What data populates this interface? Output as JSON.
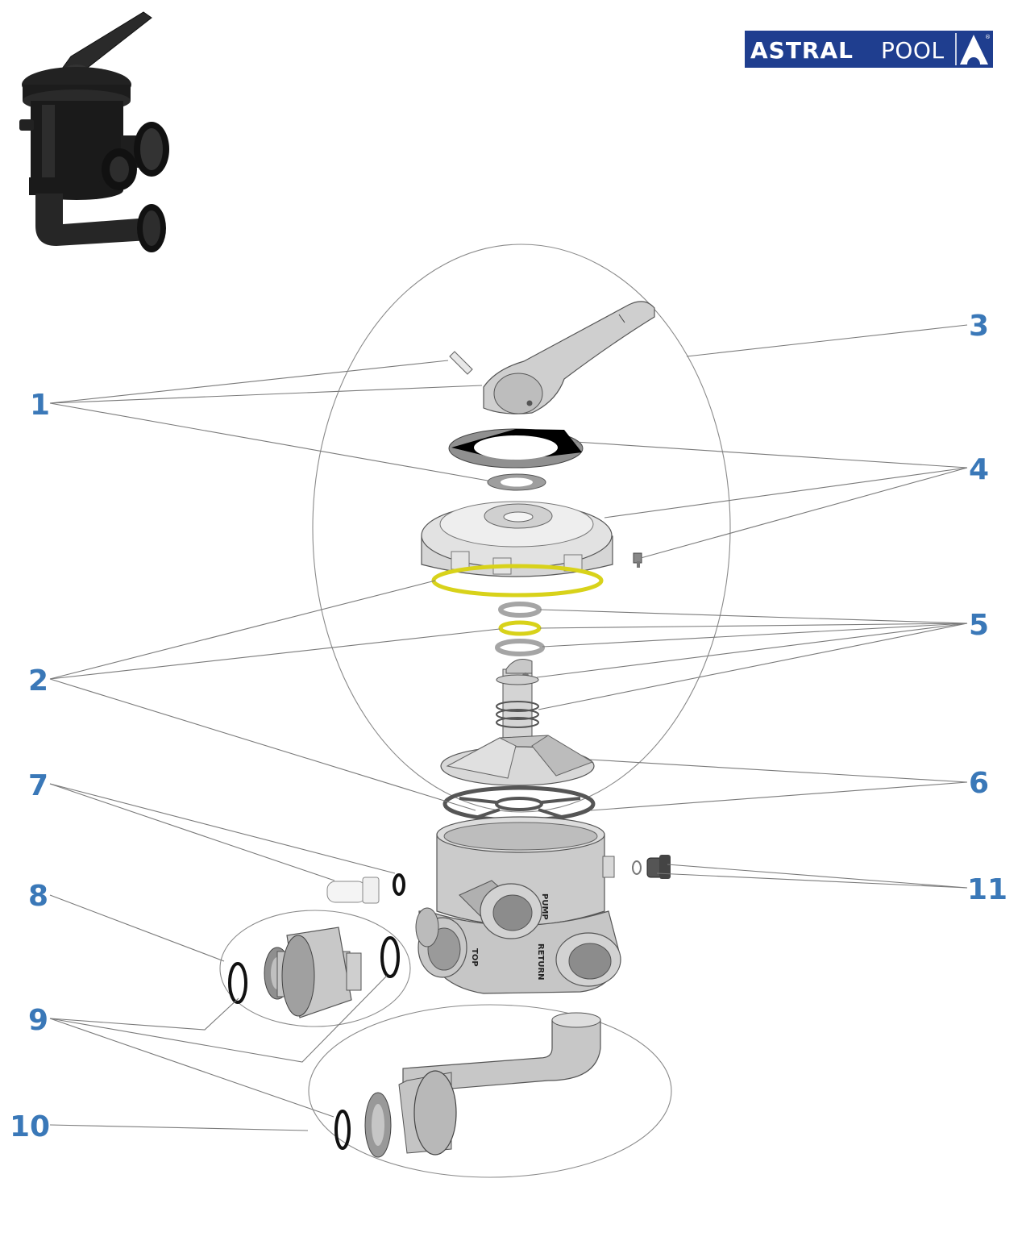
{
  "brand": {
    "name_bold": "ASTRAL",
    "name_thin": "POOL",
    "registered_mark": "®",
    "color": "#1f3e8f",
    "logo_icon": "astral-triangle-icon"
  },
  "product_thumbnail": {
    "description": "Side-mount multiport valve assembled (black)",
    "icon": "valve-photo-thumbnail"
  },
  "callout_color": "#3a78b8",
  "callouts": [
    {
      "number": "1",
      "side": "left"
    },
    {
      "number": "2",
      "side": "left"
    },
    {
      "number": "3",
      "side": "right"
    },
    {
      "number": "4",
      "side": "right"
    },
    {
      "number": "5",
      "side": "right"
    },
    {
      "number": "6",
      "side": "right"
    },
    {
      "number": "7",
      "side": "left"
    },
    {
      "number": "8",
      "side": "left"
    },
    {
      "number": "9",
      "side": "left"
    },
    {
      "number": "10",
      "side": "left"
    },
    {
      "number": "11",
      "side": "right"
    }
  ],
  "parts": {
    "handle": "valve-handle",
    "pin": "handle-pin",
    "label_plate": "position-label-plate",
    "washer": "handle-washer",
    "cover": "valve-cover",
    "cover_oring": "cover-o-ring",
    "rotor_seals": "rotor-seal-rings",
    "rotor": "rotor-shaft-with-spring",
    "diffuser": "rotor-disc",
    "star_gasket": "star-gasket",
    "body": "valve-body",
    "sight_glass": "sight-glass",
    "sight_glass_oring": "sight-glass-o-ring",
    "union": "union-connector",
    "union_orings": "union-o-rings",
    "elbow": "elbow-pipe-with-union",
    "drain_plug": "drain-plug"
  },
  "port_labels": {
    "pump": "PUMP",
    "top": "TOP",
    "return": "RETURN"
  }
}
